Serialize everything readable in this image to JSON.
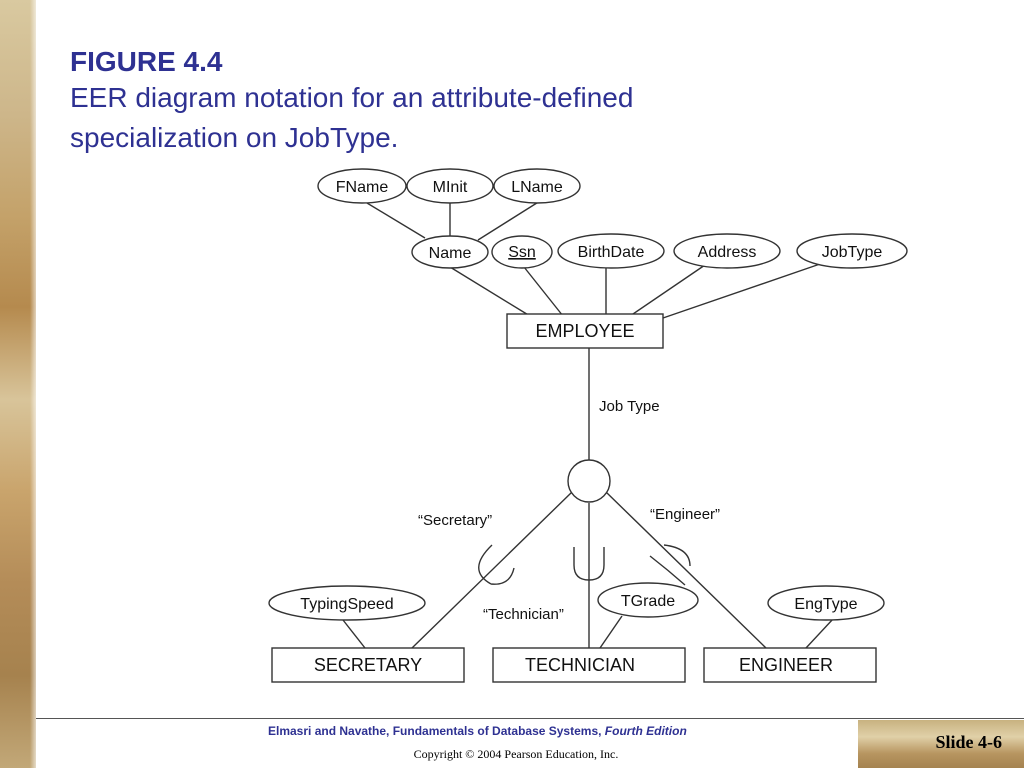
{
  "slide": {
    "figure_label": "FIGURE 4.4",
    "caption": "EER diagram notation for an attribute-defined specialization on JobType.",
    "footer_text": "Elmasri and Navathe, Fundamentals of Database Systems,",
    "footer_edition": "Fourth Edition",
    "copyright": "Copyright © 2004 Pearson Education, Inc.",
    "slide_number": "Slide 4-6"
  },
  "diagram": {
    "attributes": {
      "fname": "FName",
      "minit": "MInit",
      "lname": "LName",
      "name": "Name",
      "ssn": "Ssn",
      "birthdate": "BirthDate",
      "address": "Address",
      "jobtype": "JobType",
      "typingspeed": "TypingSpeed",
      "tgrade": "TGrade",
      "engtype": "EngType"
    },
    "entities": {
      "employee": "EMPLOYEE",
      "secretary": "SECRETARY",
      "technician": "TECHNICIAN",
      "engineer": "ENGINEER"
    },
    "labels": {
      "defining_attribute": "Job Type",
      "secretary_value": "“Secretary”",
      "technician_value": "“Technician”",
      "engineer_value": "“Engineer”"
    }
  }
}
